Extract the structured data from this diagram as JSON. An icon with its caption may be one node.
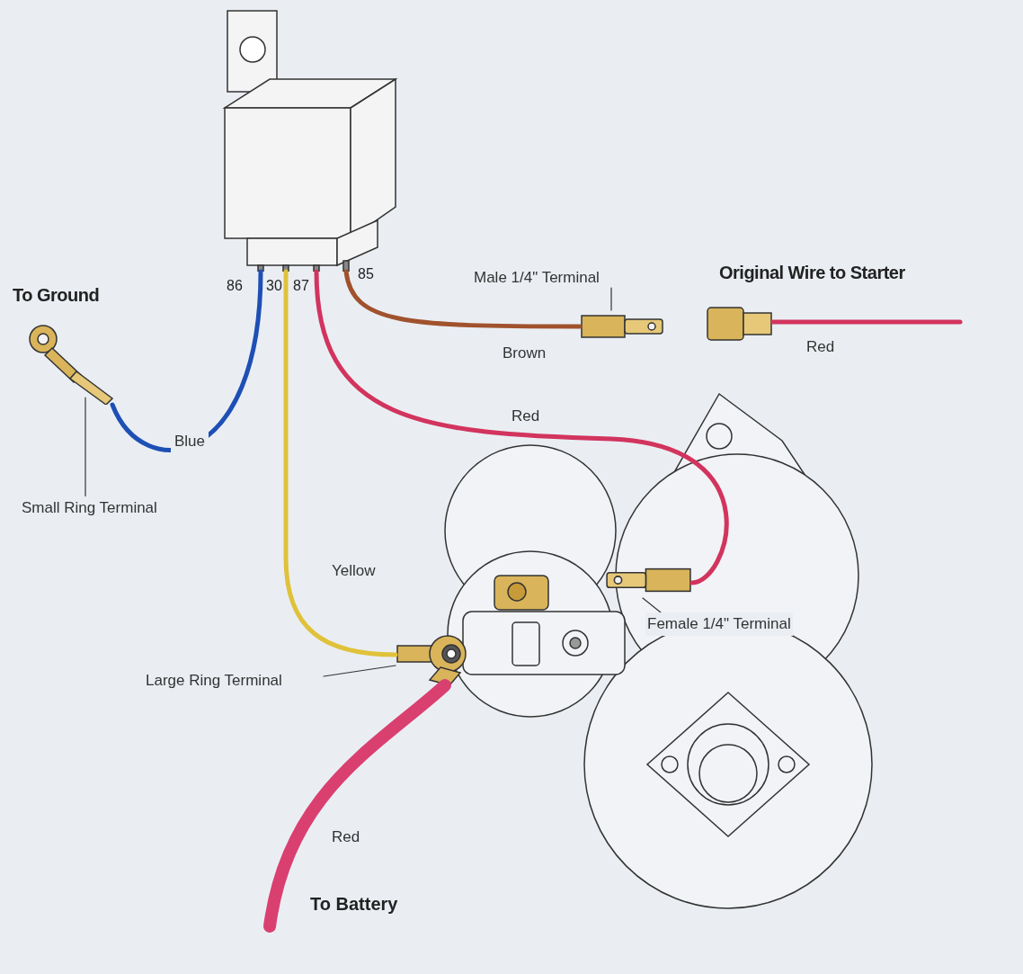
{
  "diagram": {
    "nodes": [
      {
        "text": [],
        "shape": "picture",
        "beside": [
          "86",
          "30",
          "87",
          "85"
        ]
      },
      {
        "text": [],
        "shape": "picture",
        "beside": [
          "To Ground"
        ]
      },
      {
        "text": [],
        "shape": "box"
      },
      {
        "text": [],
        "shape": "box",
        "beside": [
          "Original Wire to Starter"
        ]
      },
      {
        "text": [],
        "shape": "picture"
      },
      {
        "text": [],
        "shape": "box",
        "in": 4
      },
      {
        "text": [],
        "shape": "picture"
      },
      {
        "text": [
          "Small Ring Terminal"
        ]
      },
      {
        "text": [
          "Male 1/4\" Terminal"
        ]
      },
      {
        "text": [
          "Female 1/4\" Terminal"
        ],
        "in": 4
      },
      {
        "text": [
          "Large Ring Terminal"
        ]
      }
    ],
    "edges": [
      {
        "from": 0,
        "to": 1,
        "arrow": "none",
        "label": "Blue",
        "color": "#1e4fb5"
      },
      {
        "from": 0,
        "to": 6,
        "arrow": "none",
        "label": "Yellow",
        "color": "#e0c23a"
      },
      {
        "from": 0,
        "to": 5,
        "arrow": "none",
        "label": "Red",
        "color": "#d2345e"
      },
      {
        "from": 0,
        "to": 2,
        "arrow": "none",
        "label": "Brown",
        "color": "#a0522d"
      },
      {
        "from": 3,
        "to": null,
        "arrow": "none",
        "label": "Red",
        "color": "#d2345e"
      },
      {
        "from": 6,
        "to": null,
        "arrow": "none",
        "label": "Red",
        "style": "thick",
        "color": "#d94070"
      },
      {
        "from": 7,
        "to": 1,
        "arrow": "none"
      },
      {
        "from": 8,
        "to": 2,
        "arrow": "none"
      },
      {
        "from": 9,
        "to": 5,
        "arrow": "none"
      },
      {
        "from": 10,
        "to": 6,
        "arrow": "none"
      }
    ],
    "labels": [
      "To Battery"
    ]
  }
}
